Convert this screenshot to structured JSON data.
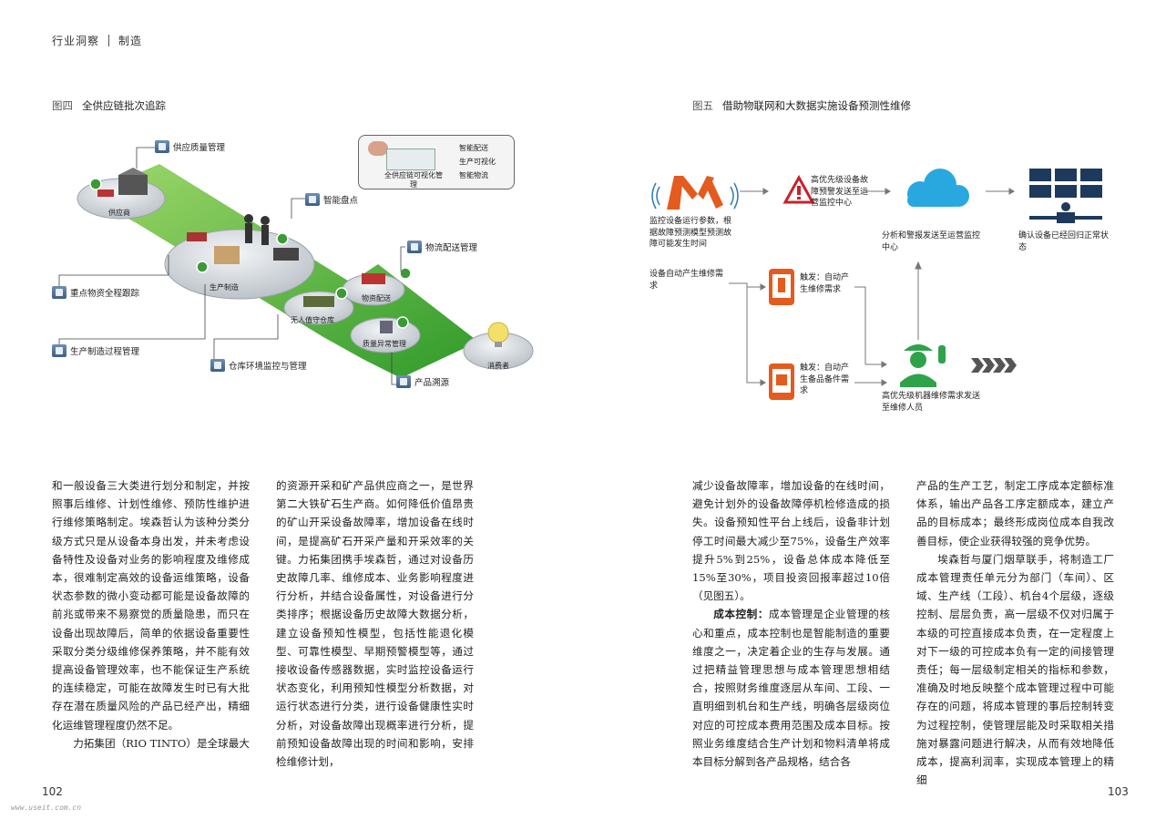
{
  "header": {
    "section": "行业洞察",
    "category": "制造"
  },
  "figure4": {
    "num": "图四",
    "title": "全供应链批次追踪",
    "labels": {
      "supply_quality": "供应质量管理",
      "supplier": "供应商",
      "smart_inventory": "智能盘点",
      "legend_box": "全供应链可视化管理",
      "legend_1": "智能配送",
      "legend_2": "生产可视化",
      "legend_3": "智能物流",
      "production": "生产制造",
      "key_material": "重点物资全程跟踪",
      "logistics_mgmt": "物流配送管理",
      "delivery": "物资配送",
      "unmanned": "无人值守仓库",
      "process_mgmt": "生产制造过程管理",
      "quality_exception": "质量异常管理",
      "consumer": "消费者",
      "warehouse_env": "仓库环境监控与管理",
      "traceability": "产品溯源"
    }
  },
  "figure5": {
    "num": "图五",
    "title": "借助物联网和大数据实施设备预测性维修",
    "texts": {
      "monitor": "监控设备运行参数，根据故障预测模型预测故障可能发生时间",
      "auto_demand": "设备自动产生维修需求",
      "alert": "高优先级设备故障预警发送至运营监控中心",
      "analysis": "分析和警报发送至运营监控中心",
      "confirm": "确认设备已经回归正常状态",
      "trigger1": "触发：自动产生维修需求",
      "trigger2": "触发：自动产生备品备件需求",
      "send_repair": "高优先级机器维修需求发送至维修人员"
    }
  },
  "columns": {
    "c1": "和一般设备三大类进行划分和制定，并按照事后维修、计划性维修、预防性维护进行维修策略制定。埃森哲认为该种分类分级方式只是从设备本身出发，并未考虑设备特性及设备对业务的影响程度及维修成本，很难制定高效的设备运维策略，设备状态参数的微小变动都可能是设备故障的前兆或带来不易察觉的质量隐患，而只在设备出现故障后，简单的依据设备重要性采取分类分级维修保养策略，并不能有效提高设备管理效率，也不能保证生产系统的连续稳定，可能在故障发生时已有大批存在潜在质量风险的产品已经产出，精细化运维管理程度仍然不足。",
    "c1b": "力拓集团（RIO TINTO）是全球最大",
    "c2": "的资源开采和矿产品供应商之一，是世界第二大铁矿石生产商。如何降低价值昂贵的矿山开采设备故障率，增加设备在线时间，是提高矿石开采产量和开采效率的关键。力拓集团携手埃森哲，通过对设备历史故障几率、维修成本、业务影响程度进行分析，并结合设备属性，对设备进行分类排序；根据设备历史故障大数据分析，建立设备预知性模型，包括性能退化模型、可靠性模型、早期预警模型等，通过接收设备传感器数据，实时监控设备运行状态变化，利用预知性模型分析数据，对运行状态进行分类，进行设备健康性实时分析，对设备故障出现概率进行分析，提前预知设备故障出现的时间和影响，安排检维修计划，",
    "c3a": "减少设备故障率，增加设备的在线时间，避免计划外的设备故障停机检修造成的损失。设备预知性平台上线后，设备非计划停工时间最大减少至75%，设备生产效率提升5%到25%，设备总体成本降低至15%至30%，项目投资回报率超过10倍（见图五）。",
    "c3_bold": "成本控制：",
    "c3b": "成本管理是企业管理的核心和重点，成本控制也是智能制造的重要维度之一，决定着企业的生存与发展。通过把精益管理思想与成本管理思想相结合，按照财务维度逐层从车间、工段、一直明细到机台和生产线，明确各层级岗位对应的可控成本费用范围及成本目标。按照业务维度结合生产计划和物料清单将成本目标分解到各产品规格，结合各",
    "c4a": "产品的生产工艺，制定工序成本定额标准体系，输出产品各工序定额成本，建立产品的目标成本；最终形成岗位成本自我改善目标，使企业获得较强的竞争优势。",
    "c4b": "埃森哲与厦门烟草联手，将制造工厂成本管理责任单元分为部门（车间）、区域、生产线（工段）、机台4个层级，逐级控制、层层负责，高一层级不仅对归属于本级的可控直接成本负责，在一定程度上对下一级的可控成本负有一定的间接管理责任；每一层级制定相关的指标和参数，准确及时地反映整个成本管理过程中可能存在的问题，将成本管理的事后控制转变为过程控制，使管理层能及时采取相关措施对暴露问题进行解决，从而有效地降低成本，提高利润率，实现成本管理上的精细"
  },
  "footer": {
    "page_left": "102",
    "page_right": "103",
    "watermark": "www.useit.com.cn"
  }
}
